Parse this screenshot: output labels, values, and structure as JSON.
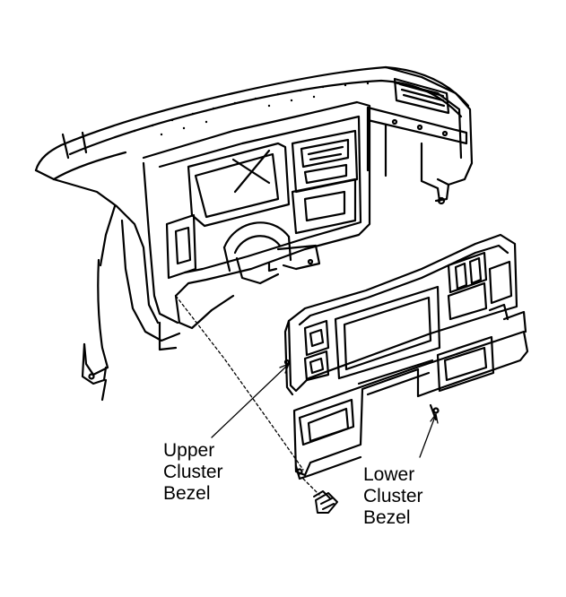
{
  "labels": {
    "upper": [
      "Upper",
      "Cluster",
      "Bezel"
    ],
    "lower": [
      "Lower",
      "Cluster",
      "Bezel"
    ]
  },
  "colors": {
    "ink": "#000000",
    "paper": "#ffffff"
  }
}
